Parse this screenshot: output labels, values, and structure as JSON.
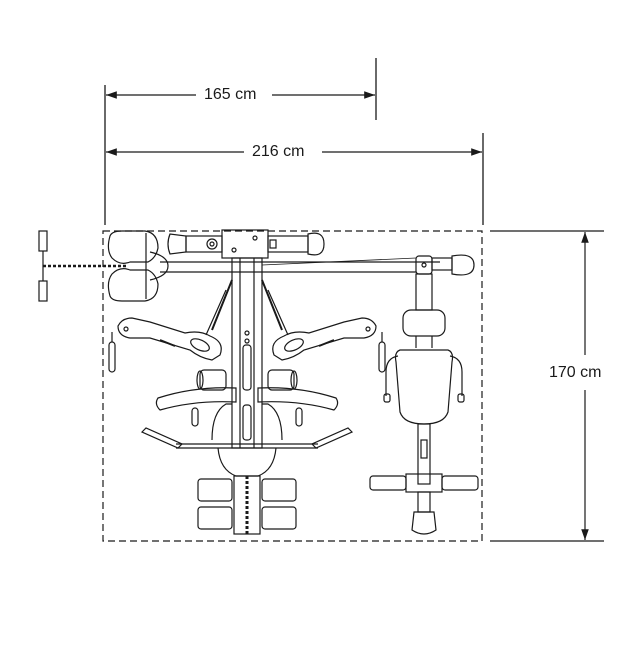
{
  "diagram": {
    "type": "home-gym-footprint-top-view",
    "line_color": "#1a1a1a",
    "background": "#ffffff",
    "dimensions": {
      "width_short": {
        "label": "165 cm",
        "value": 165,
        "unit": "cm"
      },
      "width_total": {
        "label": "216 cm",
        "value": 216,
        "unit": "cm"
      },
      "depth": {
        "label": "170 cm",
        "value": 170,
        "unit": "cm"
      }
    },
    "components": [
      "footprint-boundary",
      "lat-pulldown-bar",
      "leg-press-footplate",
      "pec-fly-arms",
      "press-arms",
      "main-tower",
      "leg-extension-rollers",
      "rear-station-bench",
      "seat-backrest"
    ]
  }
}
